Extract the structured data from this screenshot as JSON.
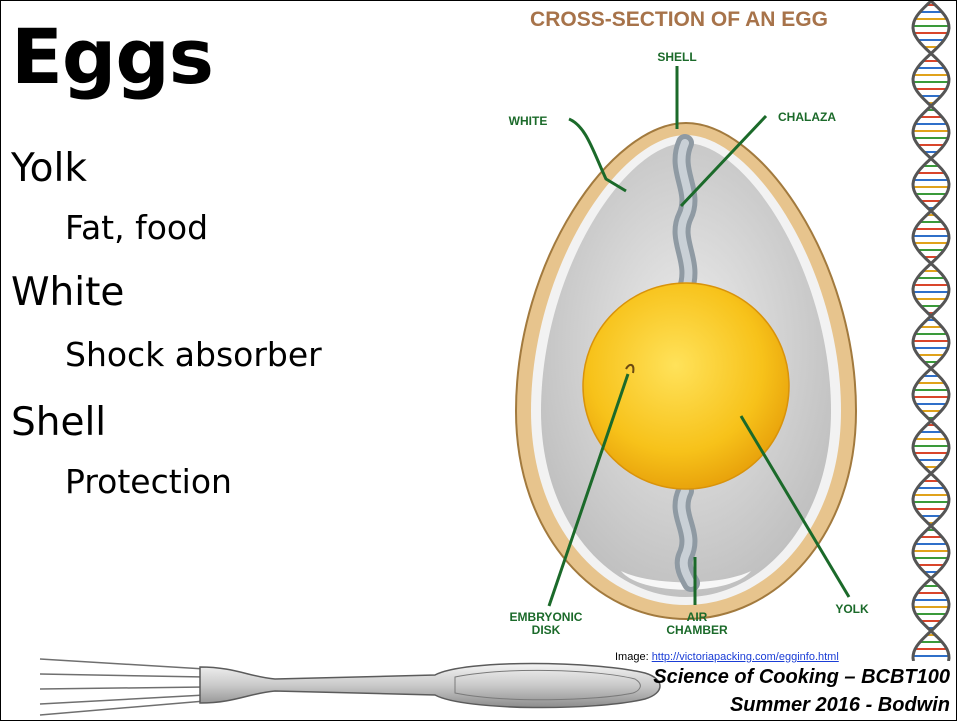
{
  "title": "Eggs",
  "bullets": [
    {
      "label": "Yolk",
      "sub": "Fat, food"
    },
    {
      "label": "White",
      "sub": "Shock absorber"
    },
    {
      "label": "Shell",
      "sub": "Protection"
    }
  ],
  "diagram": {
    "heading": "CROSS-SECTION OF AN EGG",
    "labels": {
      "shell": "SHELL",
      "white": "WHITE",
      "chalaza": "CHALAZA",
      "embryonic_line1": "EMBRYONIC",
      "embryonic_line2": "DISK",
      "air_line1": "AIR",
      "air_line2": "CHAMBER",
      "yolk": "YOLK"
    }
  },
  "credit": {
    "prefix": "Image: ",
    "link_text": "http://victoriapacking.com/egginfo.html"
  },
  "footer": {
    "line1": "Science of Cooking – BCBT100",
    "line2": "Summer 2016 - Bodwin"
  },
  "colors": {
    "label_green": "#1b6a2a",
    "heading_brown": "#a7734a",
    "yolk": "#f5b90f",
    "shell": "#e7c48d",
    "white": "#cfcfcf"
  }
}
